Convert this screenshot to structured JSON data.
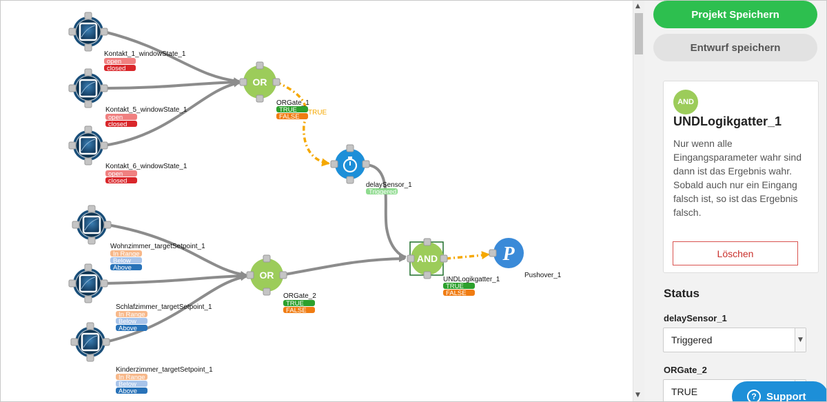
{
  "panel": {
    "save_project_label": "Projekt Speichern",
    "save_draft_label": "Entwurf speichern",
    "card": {
      "badge": "AND",
      "title": "UNDLogikgatter_1",
      "description": "Nur wenn alle Eingangsparameter wahr sind dann ist das Ergebnis wahr. Sobald auch nur ein Eingang falsch ist, so ist das Ergebnis falsch.",
      "delete_label": "Löschen"
    },
    "status_heading": "Status",
    "status": [
      {
        "label": "delaySensor_1",
        "value": "Triggered"
      },
      {
        "label": "ORGate_2",
        "value": "TRUE"
      }
    ]
  },
  "support_label": "Support",
  "diagram": {
    "sensors": [
      {
        "label": "Kontakt_1_windowState_1",
        "states": [
          "open",
          "closed"
        ]
      },
      {
        "label": "Kontakt_5_windowState_1",
        "states": [
          "open",
          "closed"
        ]
      },
      {
        "label": "Kontakt_6_windowState_1",
        "states": [
          "open",
          "closed"
        ]
      },
      {
        "label": "Wohnzimmer_targetSetpoint_1",
        "states": [
          "In Range",
          "Below",
          "Above"
        ]
      },
      {
        "label": "Schlafzimmer_targetSetpoint_1",
        "states": [
          "In Range",
          "Below",
          "Above"
        ]
      },
      {
        "label": "Kinderzimmer_targetSetpoint_1",
        "states": [
          "In Range",
          "Below",
          "Above"
        ]
      }
    ],
    "gate1": {
      "text": "OR",
      "label": "ORGate_1",
      "states": [
        "TRUE",
        "FALSE"
      ],
      "edge_label": "TRUE"
    },
    "gate2": {
      "text": "OR",
      "label": "ORGate_2",
      "states": [
        "TRUE",
        "FALSE"
      ]
    },
    "delay": {
      "label": "delaySensor_1",
      "state": "Triggered"
    },
    "and_gate": {
      "text": "AND",
      "label": "UNDLogikgatter_1",
      "states": [
        "TRUE",
        "FALSE"
      ]
    },
    "pushover": {
      "label": "Pushover_1",
      "icon_letter": "P"
    },
    "colors": {
      "accent_green": "#2dbf4f",
      "gate_green": "#9ccc5a",
      "sensor_blue": "#1a4f7a",
      "delay_blue": "#1d8fd8",
      "pushover_blue": "#3a8ad8",
      "edge_gray": "#8c8c8c",
      "edge_orange": "#f5a800",
      "true_green": "#2ca02c",
      "false_orange": "#f07c12",
      "open_pink": "#f08080",
      "closed_red": "#d9262a",
      "inrange_orange": "#f7b88a",
      "below_blue": "#a8c4ea",
      "above_blue": "#2872b8",
      "triggered_green": "#8fdb8f"
    }
  }
}
